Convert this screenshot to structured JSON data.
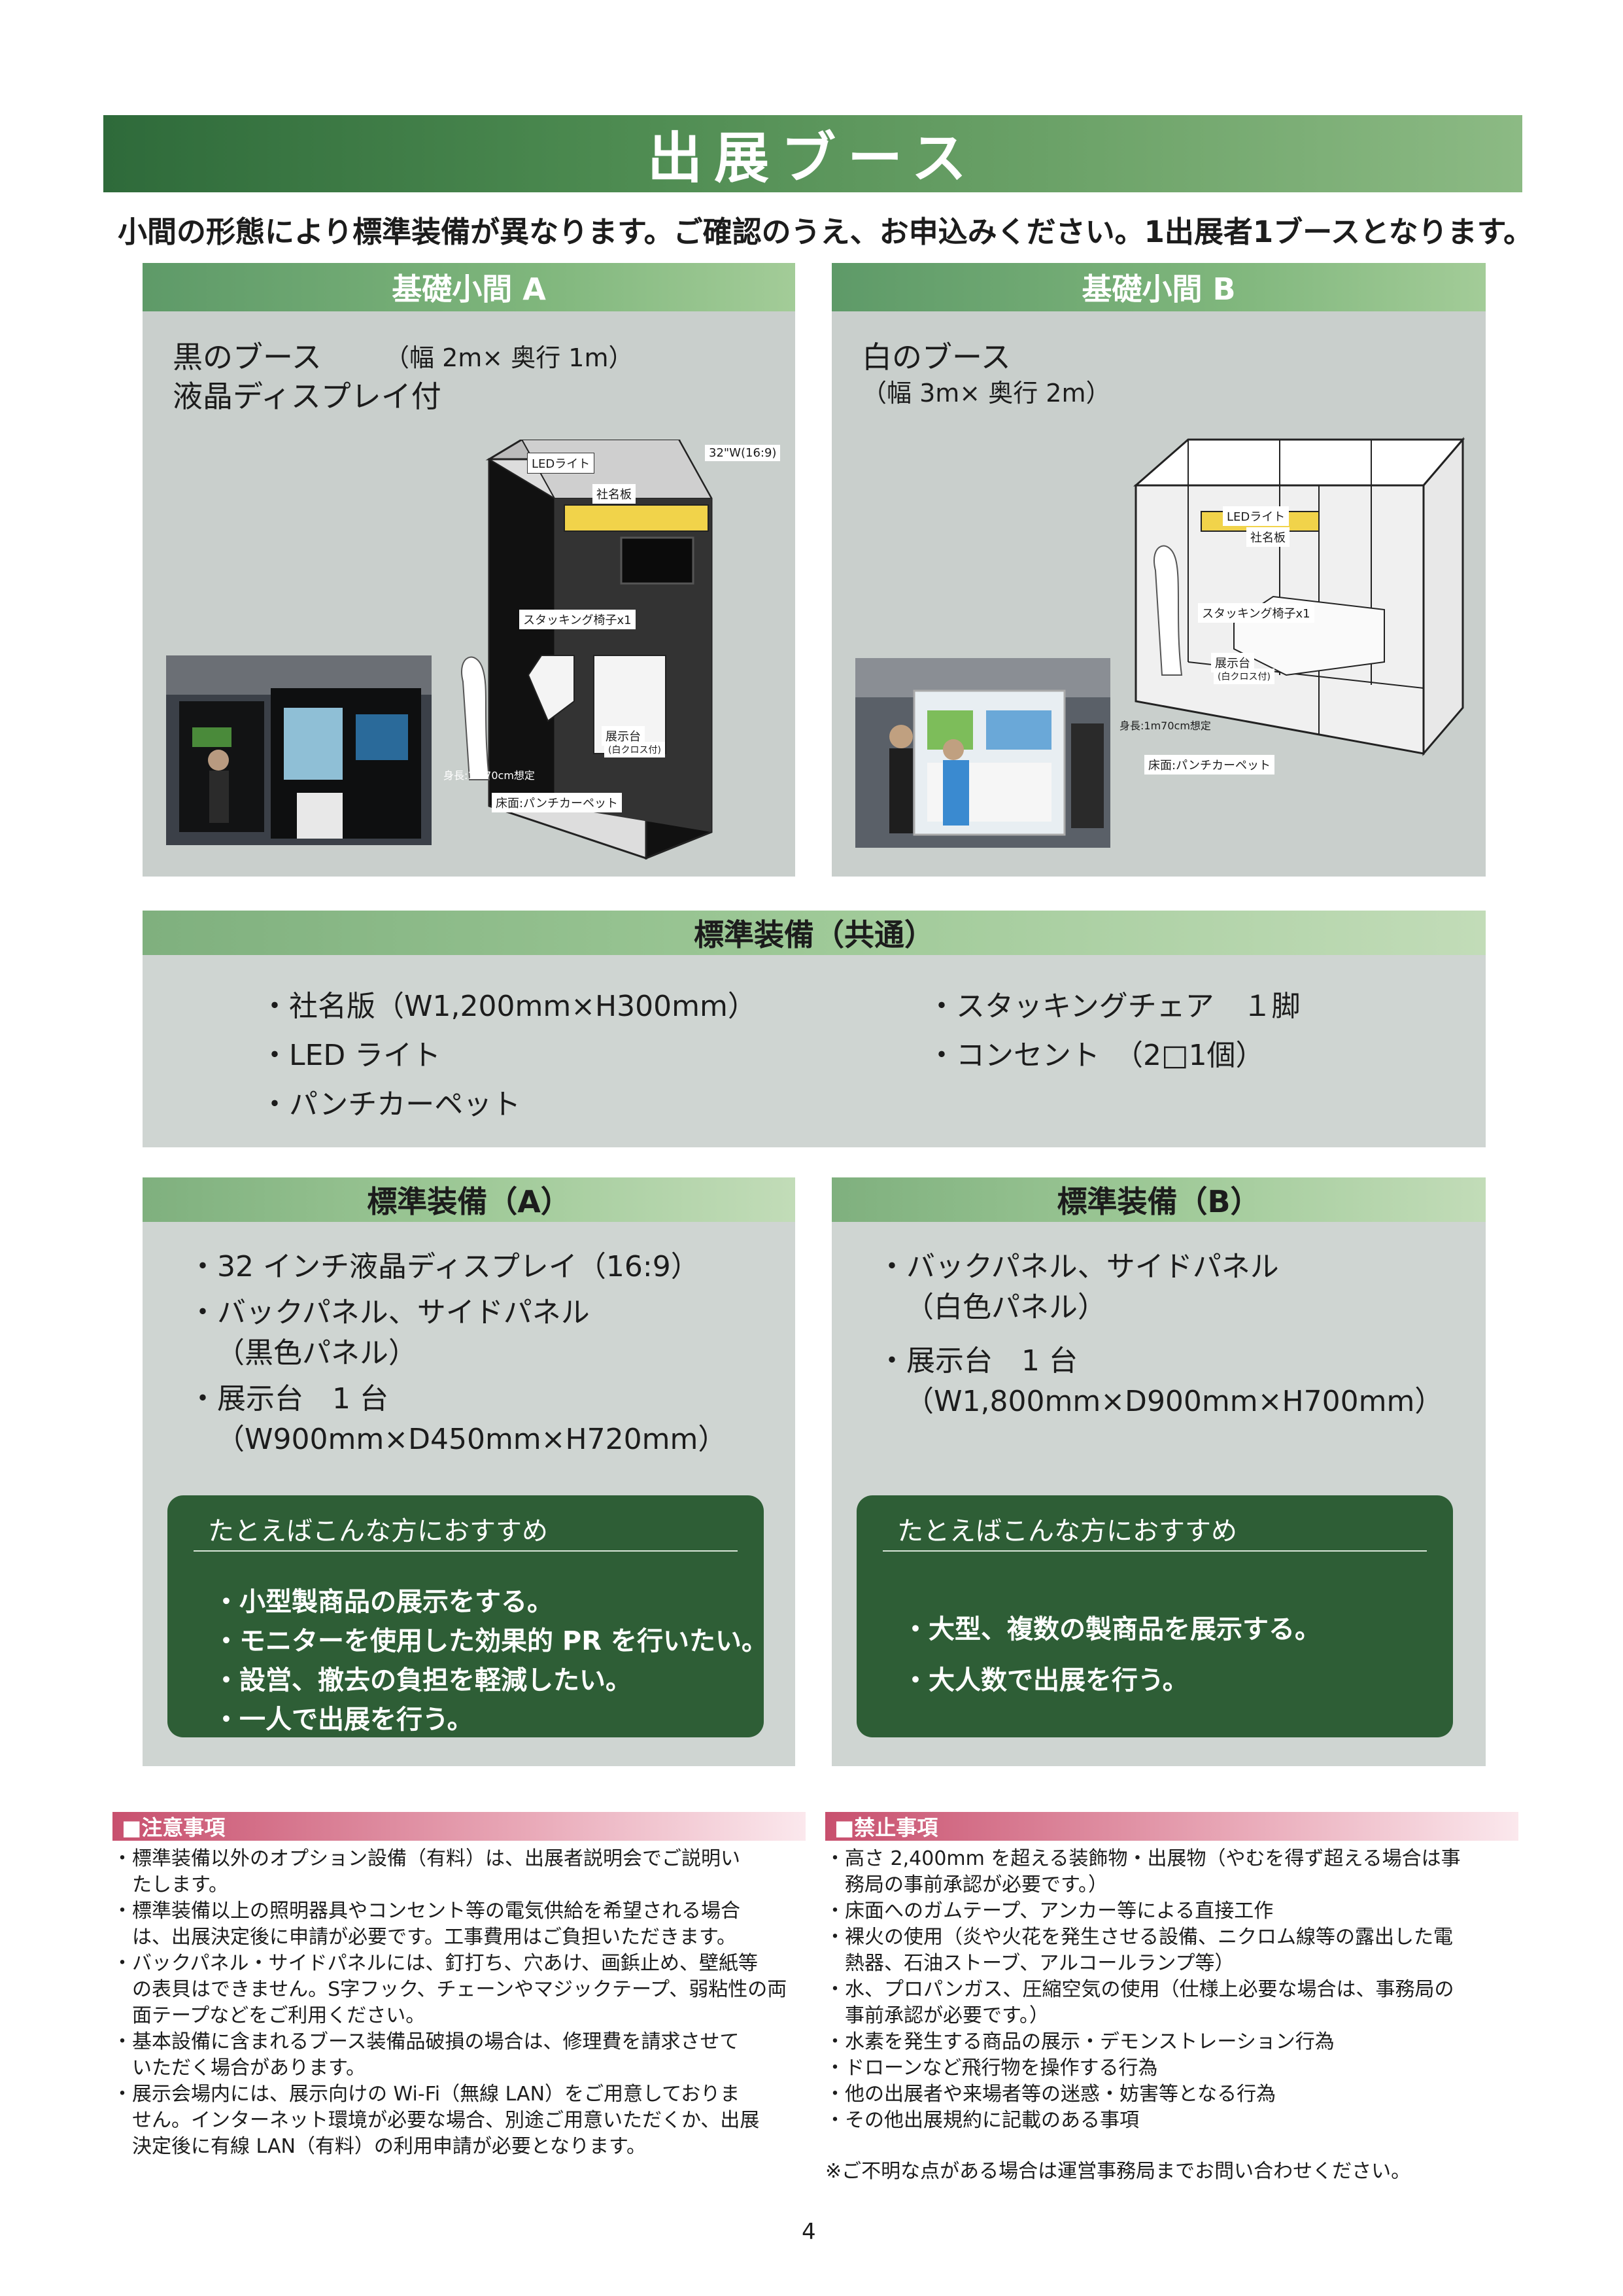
{
  "header": {
    "title": "出展ブース"
  },
  "intro": "小間の形態により標準装備が異なります。ご確認のうえ、お申込みください。1出展者1ブースとなります。",
  "booth_a": {
    "title": "基礎小間 A",
    "name_line1": "黒のブース",
    "size": "（幅 2m× 奥行 1m）",
    "name_line2": "液晶ディスプレイ付",
    "diagram_labels": {
      "led": "LEDライト",
      "display": "32\"W(16:9)",
      "nameplate": "社名板",
      "chair": "スタッキング椅子x1",
      "table": "展示台",
      "table_sub": "(白クロス付)",
      "height": "身長:1m70cm想定",
      "floor": "床面:パンチカーペット"
    }
  },
  "booth_b": {
    "title": "基礎小間 B",
    "name_line1": "白のブース",
    "size": "（幅 3m× 奥行 2m）",
    "diagram_labels": {
      "led": "LEDライト",
      "nameplate": "社名板",
      "chair": "スタッキング椅子x1",
      "table": "展示台",
      "table_sub": "(白クロス付)",
      "height": "身長:1m70cm想定",
      "floor": "床面:パンチカーペット"
    }
  },
  "common": {
    "title": "標準装備（共通）",
    "left": [
      "・社名版（W1,200mm×H300mm）",
      "・LED ライト",
      "・パンチカーペット"
    ],
    "right": [
      "・スタッキングチェア　１脚",
      "・コンセント　（2□1個）"
    ]
  },
  "equip_a": {
    "title": "標準装備（A）",
    "lines": [
      "・32 インチ液晶ディスプレイ（16:9）",
      "・バックパネル、サイドパネル",
      "（黒色パネル）",
      "・展示台　1 台",
      "（W900mm×D450mm×H720mm）"
    ],
    "rec_title": "たとえばこんな方におすすめ",
    "rec": [
      "・小型製商品の展示をする。",
      "・モニターを使用した効果的 PR を行いたい。",
      "・設営、撤去の負担を軽減したい。",
      "・一人で出展を行う。"
    ]
  },
  "equip_b": {
    "title": "標準装備（B）",
    "lines": [
      "・バックパネル、サイドパネル",
      "（白色パネル）",
      "・展示台　1 台",
      "（W1,800mm×D900mm×H700mm）"
    ],
    "rec_title": "たとえばこんな方におすすめ",
    "rec": [
      "・大型、複数の製商品を展示する。",
      "・大人数で出展を行う。"
    ]
  },
  "notes": {
    "title": "■注意事項",
    "lines": [
      "・標準装備以外のオプション設備（有料）は、出展者説明会でご説明い",
      "　たします。",
      "・標準装備以上の照明器具やコンセント等の電気供給を希望される場合",
      "　は、出展決定後に申請が必要です。工事費用はご負担いただきます。",
      "・バックパネル・サイドパネルには、釘打ち、穴あけ、画鋲止め、壁紙等",
      "　の表貝はできません。S字フック、チェーンやマジックテープ、弱粘性の両",
      "　面テープなどをご利用ください。",
      "・基本設備に含まれるブース装備品破損の場合は、修理費を請求させて",
      "　いただく場合があります。",
      "・展示会場内には、展示向けの Wi-Fi（無線 LAN）をご用意しておりま",
      "　せん。インターネット環境が必要な場合、別途ご用意いただくか、出展",
      "　決定後に有線 LAN（有料）の利用申請が必要となります。"
    ]
  },
  "prohibited": {
    "title": "■禁止事項",
    "lines": [
      "・高さ 2,400mm を超える装飾物・出展物（やむを得ず超える場合は事",
      "　務局の事前承認が必要です。）",
      "・床面へのガムテープ、アンカー等による直接工作",
      "・裸火の使用（炎や火花を発生させる設備、ニクロム線等の露出した電",
      "　熱器、石油ストーブ、アルコールランプ等）",
      "・水、プロパンガス、圧縮空気の使用（仕様上必要な場合は、事務局の",
      "　事前承認が必要です。）",
      "・水素を発生する商品の展示・デモンストレーション行為",
      "・ドローンなど飛行物を操作する行為",
      "・他の出展者や来場者等の迷惑・妨害等となる行為",
      "・その他出展規約に記載のある事項"
    ],
    "footnote": "※ご不明な点がある場合は運営事務局までお問い合わせください。"
  },
  "page_number": "4",
  "colors": {
    "banner": "#3f7d48",
    "panel": "#c9cfcc",
    "rec_box": "#2e5e36",
    "notes_head": "#c8506e"
  }
}
